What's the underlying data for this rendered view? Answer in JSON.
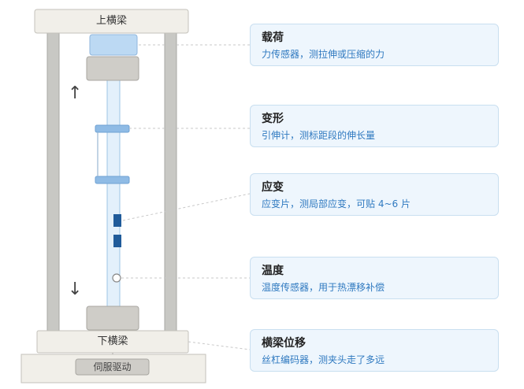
{
  "machine": {
    "upper_beam_label": "上横梁",
    "lower_beam_label": "下横梁",
    "servo_label": "伺服驱动",
    "up_arrow": "↑",
    "down_arrow": "↓"
  },
  "annotations": [
    {
      "title": "载荷",
      "description": "力传感器，测拉伸或压缩的力"
    },
    {
      "title": "变形",
      "description": "引伸计，测标距段的伸长量"
    },
    {
      "title": "应变",
      "description": "应变片，测局部应变，可贴 4~6 片"
    },
    {
      "title": "温度",
      "description": "温度传感器，用于热漂移补偿"
    },
    {
      "title": "横梁位移",
      "description": "丝杠编码器，测夹头走了多远"
    }
  ],
  "colors": {
    "frame": "#c8c8c4",
    "beam": "#f1efe9",
    "grip": "#cfcdc8",
    "load_cell": "#bcd9f3",
    "specimen": "#e3f0fb",
    "extensometer": "#8fbbe5",
    "strain_gauge": "#1f5b9a",
    "card_bg": "#eef6fd",
    "card_text": "#2f79c0"
  }
}
